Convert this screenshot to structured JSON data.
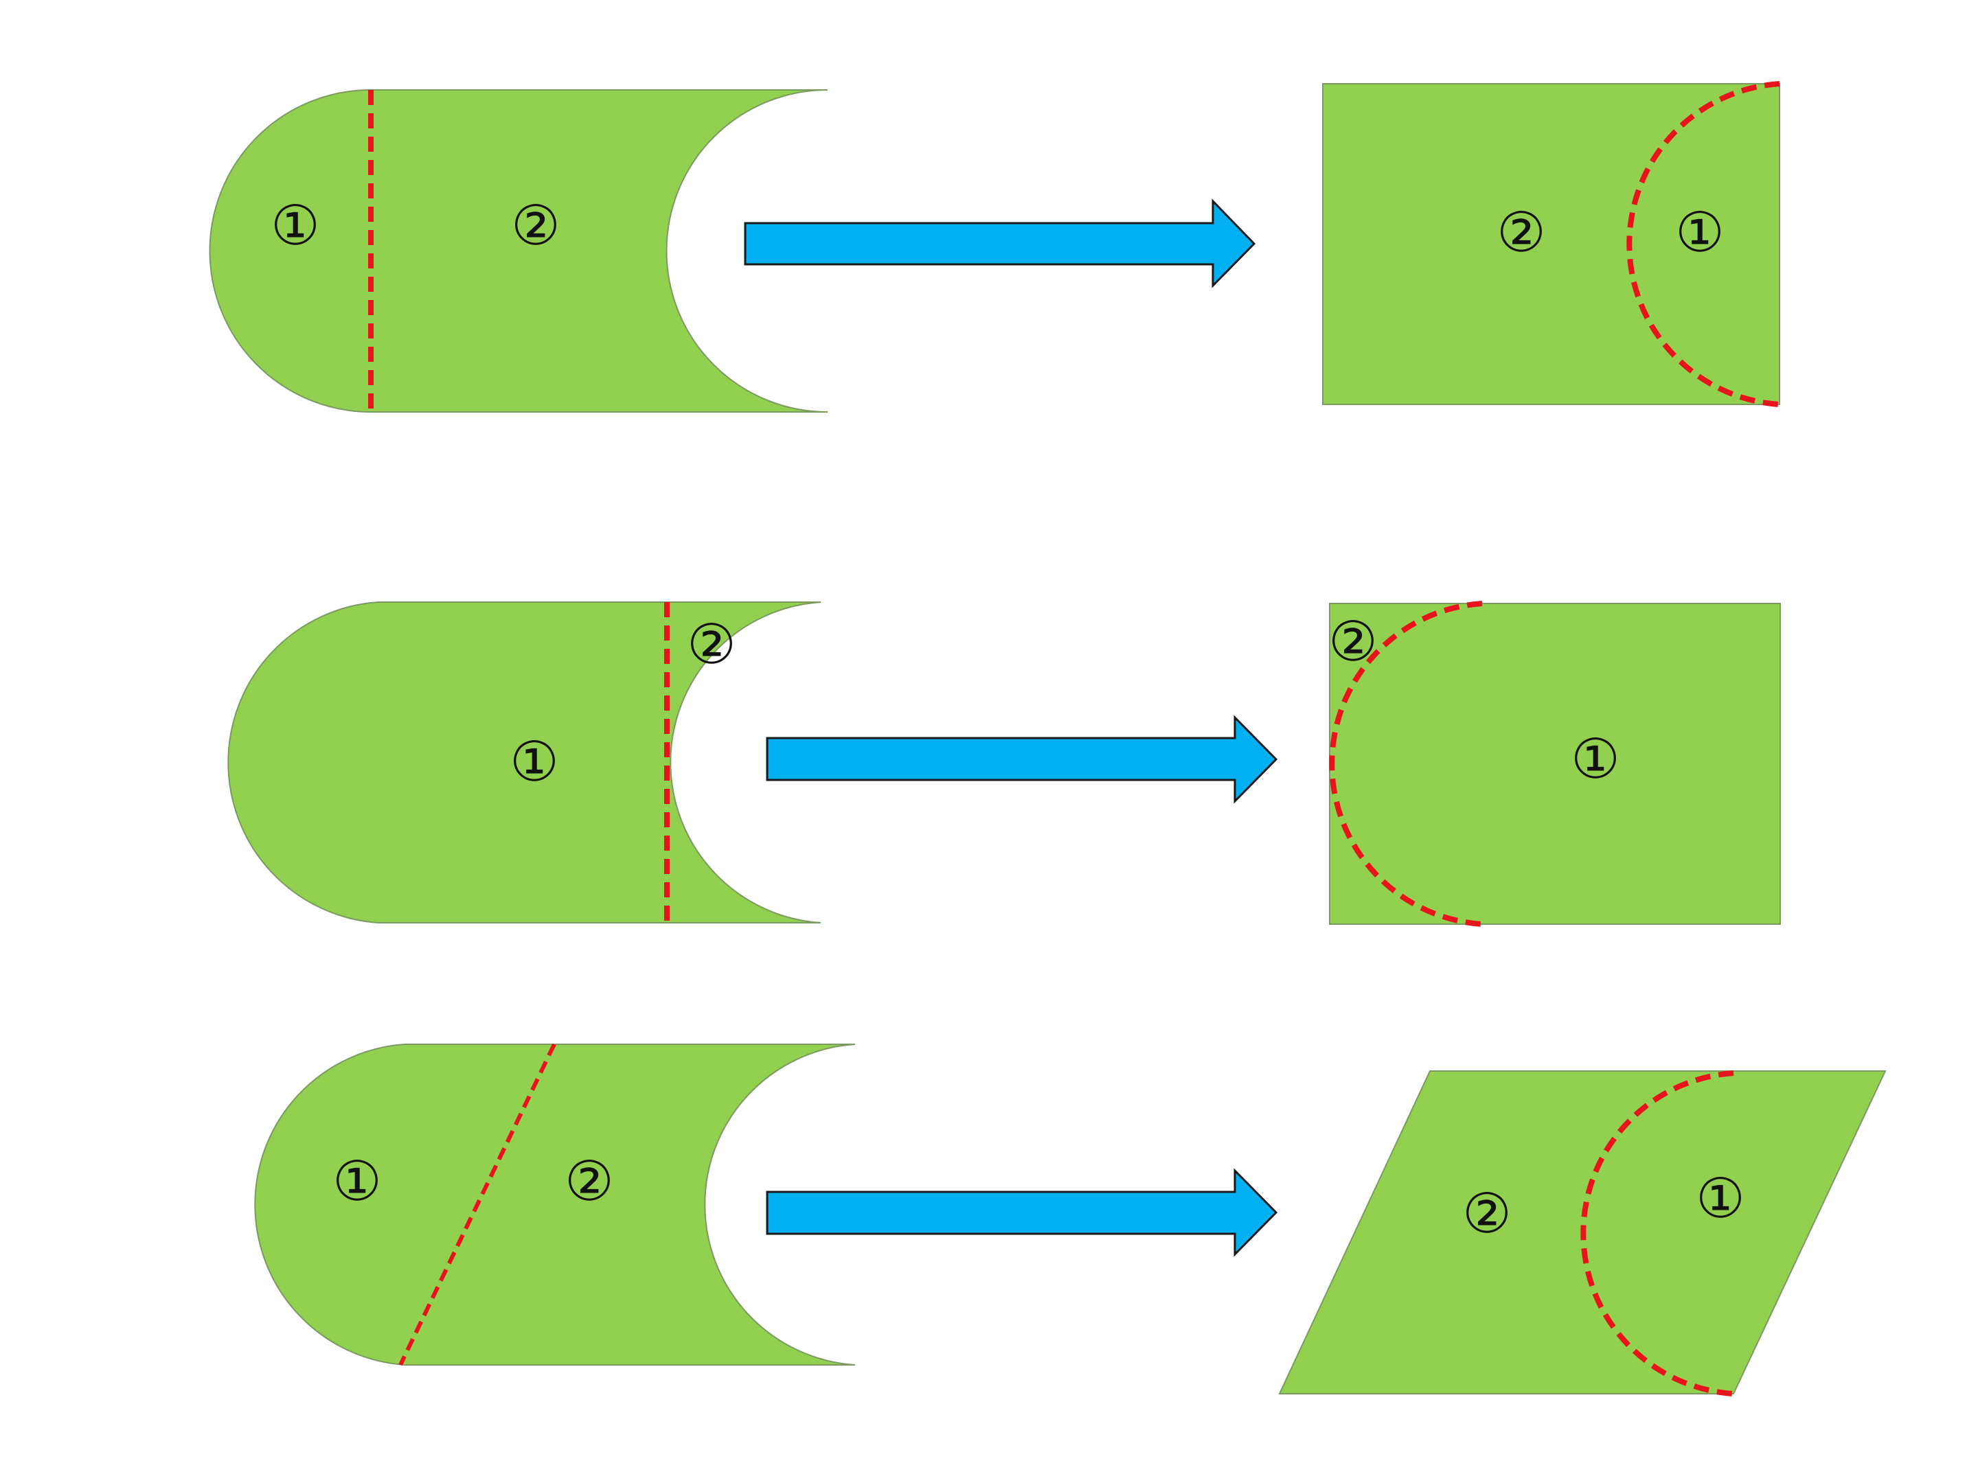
{
  "colors": {
    "shape_fill": "#92D050",
    "shape_edge": "#7a9a60",
    "cut_line": "#E8141C",
    "arrow_fill": "#00B0F0",
    "arrow_stroke": "#1a1a1a",
    "label_color": "#111111"
  },
  "rows": [
    {
      "id": "row-1",
      "source_labels": [
        "①",
        "②"
      ],
      "result_labels": [
        "②",
        "①"
      ]
    },
    {
      "id": "row-2",
      "source_labels": [
        "①",
        "②"
      ],
      "result_labels": [
        "②",
        "①"
      ]
    },
    {
      "id": "row-3",
      "source_labels": [
        "①",
        "②"
      ],
      "result_labels": [
        "②",
        "①"
      ]
    }
  ]
}
